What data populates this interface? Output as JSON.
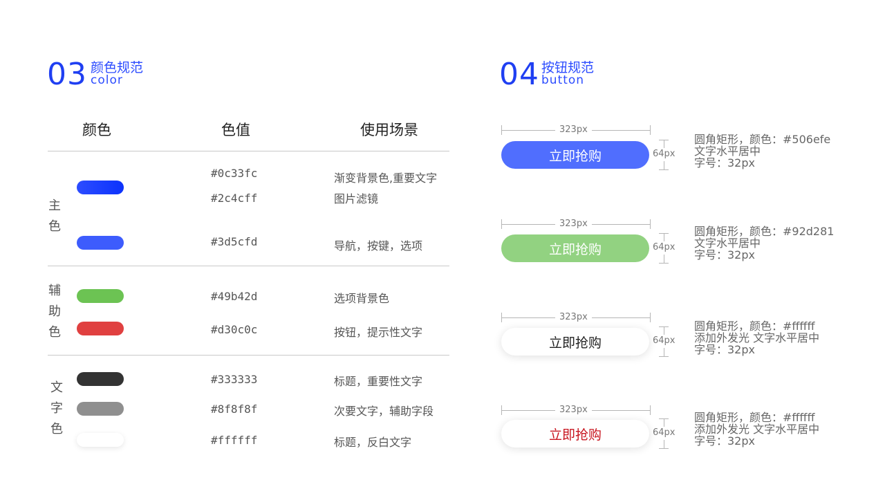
{
  "color_section": {
    "number": "03",
    "title": "颜色规范",
    "subtitle": "color",
    "headers": {
      "color": "颜色",
      "value": "色值",
      "usage": "使用场景"
    },
    "groups": [
      {
        "label": "主色",
        "rows": [
          {
            "hex": "#0c33fc",
            "usage": "渐变背景色,重要文字"
          },
          {
            "hex": "#2c4cff",
            "usage": "图片滤镜"
          },
          {
            "hex": "#3d5cfd",
            "usage": "导航，按键，选项"
          }
        ]
      },
      {
        "label": "辅助色",
        "rows": [
          {
            "hex": "#49b42d",
            "usage": "选项背景色"
          },
          {
            "hex": "#d30c0c",
            "usage": "按钮，提示性文字"
          }
        ]
      },
      {
        "label": "文字色",
        "rows": [
          {
            "hex": "#333333",
            "usage": "标题，重要性文字"
          },
          {
            "hex": "#8f8f8f",
            "usage": "次要文字，辅助字段"
          },
          {
            "hex": "#ffffff",
            "usage": "标题，反白文字"
          }
        ]
      }
    ],
    "hex_display": {
      "c0c33fc": "#0c33fc",
      "c2c4cff": "#2c4cff",
      "c3d5cfd": "#3d5cfd",
      "c49b42d": "#49b42d",
      "cd30c0c": "#d30c0c",
      "c333333": "#333333",
      "c8f8f8f": "#8f8f8f",
      "cffffff": "#ffffff"
    }
  },
  "button_section": {
    "number": "04",
    "title": "按钮规范",
    "subtitle": "button",
    "buttons": [
      {
        "width_label": "323px",
        "height_label": "64px",
        "label": "立即抢购",
        "bg": "#506efe",
        "text_color": "#ffffff",
        "desc": [
          "圆角矩形，颜色：#506efe",
          "文字水平居中",
          "字号：32px"
        ]
      },
      {
        "width_label": "323px",
        "height_label": "64px",
        "label": "立即抢购",
        "bg": "#92d281",
        "text_color": "#ffffff",
        "desc": [
          "圆角矩形，颜色：#92d281",
          "文字水平居中",
          "字号：32px"
        ]
      },
      {
        "width_label": "323px",
        "height_label": "64px",
        "label": "立即抢购",
        "bg": "#ffffff",
        "text_color": "#222222",
        "desc": [
          "圆角矩形，颜色：#ffffff",
          "添加外发光 文字水平居中",
          "字号：32px"
        ]
      },
      {
        "width_label": "323px",
        "height_label": "64px",
        "label": "立即抢购",
        "bg": "#ffffff",
        "text_color": "#c8141e",
        "desc": [
          "圆角矩形，颜色：#ffffff",
          "添加外发光 文字水平居中",
          "字号：32px"
        ]
      }
    ]
  }
}
